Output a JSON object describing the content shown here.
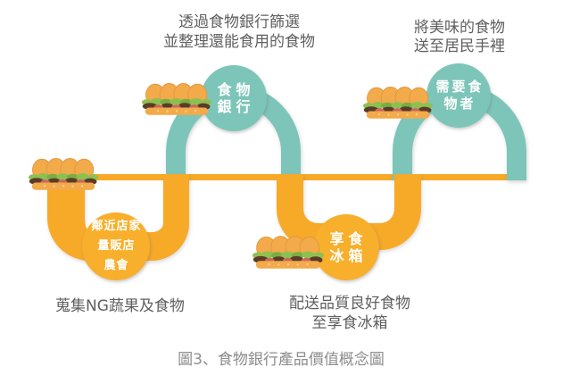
{
  "caption": "圖3、食物銀行產品價值概念圖",
  "annotations": {
    "top_center": [
      "透過食物銀行篩選",
      "並整理還能食用的食物"
    ],
    "top_right": [
      "將美味的食物",
      "送至居民手裡"
    ],
    "bottom_left": "蒐集NG蔬果及食物",
    "bottom_center": [
      "配送品質良好食物",
      "至享食冰箱"
    ]
  },
  "nodes": {
    "food_bank": [
      "食物",
      "銀行"
    ],
    "need_food": [
      "需要食",
      "物者"
    ],
    "stores": [
      "鄰近店家",
      "量販店",
      "農會"
    ],
    "fridge": [
      "享食",
      "冰箱"
    ]
  },
  "icons": {
    "sandwich": "sandwich-icon"
  },
  "colors": {
    "orange": "#F7A928",
    "teal": "#7DC5B9",
    "node_text": "#FFFFFF",
    "annotation_text": "#5F5F5F",
    "caption_text": "#8D8D8D"
  }
}
